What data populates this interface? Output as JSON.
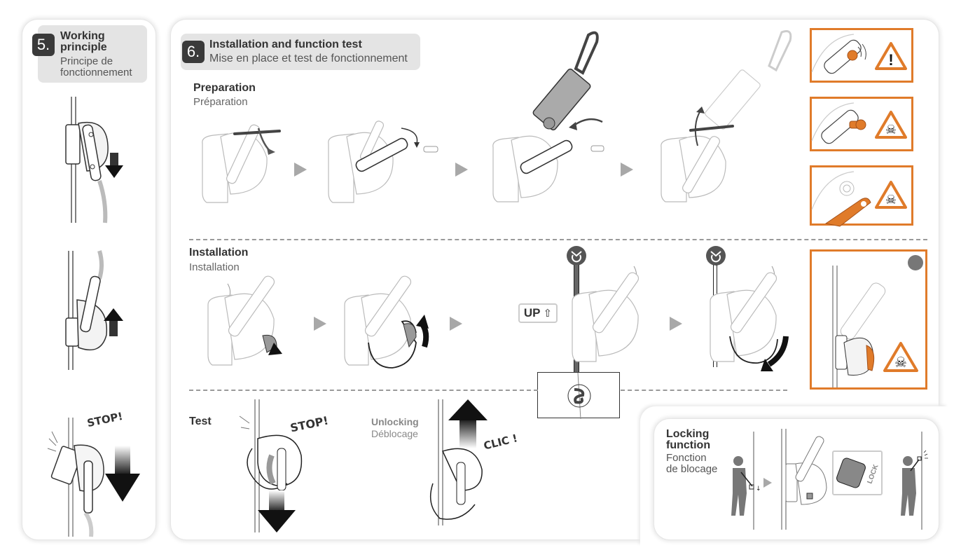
{
  "section5": {
    "number": "5.",
    "title_en": "Working principle",
    "title_fr_line1": "Principe de",
    "title_fr_line2": "fonctionnement",
    "stop_label": "STOP!"
  },
  "section6": {
    "number": "6.",
    "title_en": "Installation and function test",
    "title_fr": "Mise en place et test de fonctionnement",
    "preparation": {
      "en": "Preparation",
      "fr": "Préparation"
    },
    "installation": {
      "en": "Installation",
      "fr": "Installation",
      "up_label": "UP"
    },
    "test": {
      "en": "Test",
      "stop_label": "STOP!"
    },
    "unlocking": {
      "en": "Unlocking",
      "fr": "Déblocage",
      "clic_label": "CLIC !"
    }
  },
  "locking": {
    "title_en_line1": "Locking",
    "title_en_line2": "function",
    "title_fr_line1": "Fonction",
    "title_fr_line2": "de blocage",
    "lock_label": "LOCK"
  },
  "warnings": [
    {
      "icon": "warning-exclamation-icon",
      "glyph": "!"
    },
    {
      "icon": "danger-skull-icon",
      "glyph": "☠"
    },
    {
      "icon": "danger-skull-icon",
      "glyph": "☠"
    },
    {
      "icon": "danger-skull-icon",
      "glyph": "☠"
    }
  ],
  "colors": {
    "accent_orange": "#e07b2a",
    "header_gray": "#e4e4e4",
    "number_badge": "#3a3a3a"
  }
}
